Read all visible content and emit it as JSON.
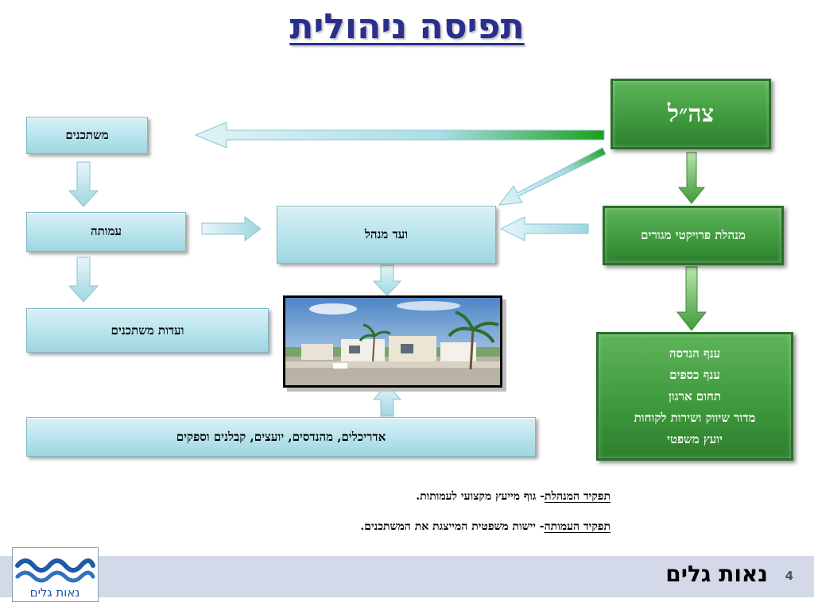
{
  "title": "תפיסה ניהולית",
  "boxes": {
    "tzahal": "צה״ל",
    "mishtaknim": "משתכנים",
    "amuta": "עמותה",
    "vaad_menahel": "ועד מנהל",
    "minhelet": "מנהלת פרויקטי מגורים",
    "vaadot": "ועדות משתכנים",
    "suppliers": "אדריכלים, מהנדסים,  יועצים, קבלנים וספקים"
  },
  "departments": [
    "ענף הנדסה",
    "ענף כספים",
    "תחום ארגון",
    "מדור שיווק ושירות לקוחות",
    "יועץ משפטי"
  ],
  "notes": {
    "minhelet_role_label": "תפקיד המנהלת",
    "minhelet_role_text": "- גוף מייעץ מקצועי לעמותות.",
    "amuta_role_label": "תפקיד העמותה",
    "amuta_role_text": "- יישות משפטית המייצגת את המשתכנים."
  },
  "footer": {
    "brand": "נאות גלים",
    "page": "4",
    "logo_text": "נאות גלים"
  },
  "colors": {
    "title": "#2b2f8c",
    "green": "#3f9a3d",
    "blue_box": "#b7e3ec",
    "footer": "#d3d9e8"
  }
}
